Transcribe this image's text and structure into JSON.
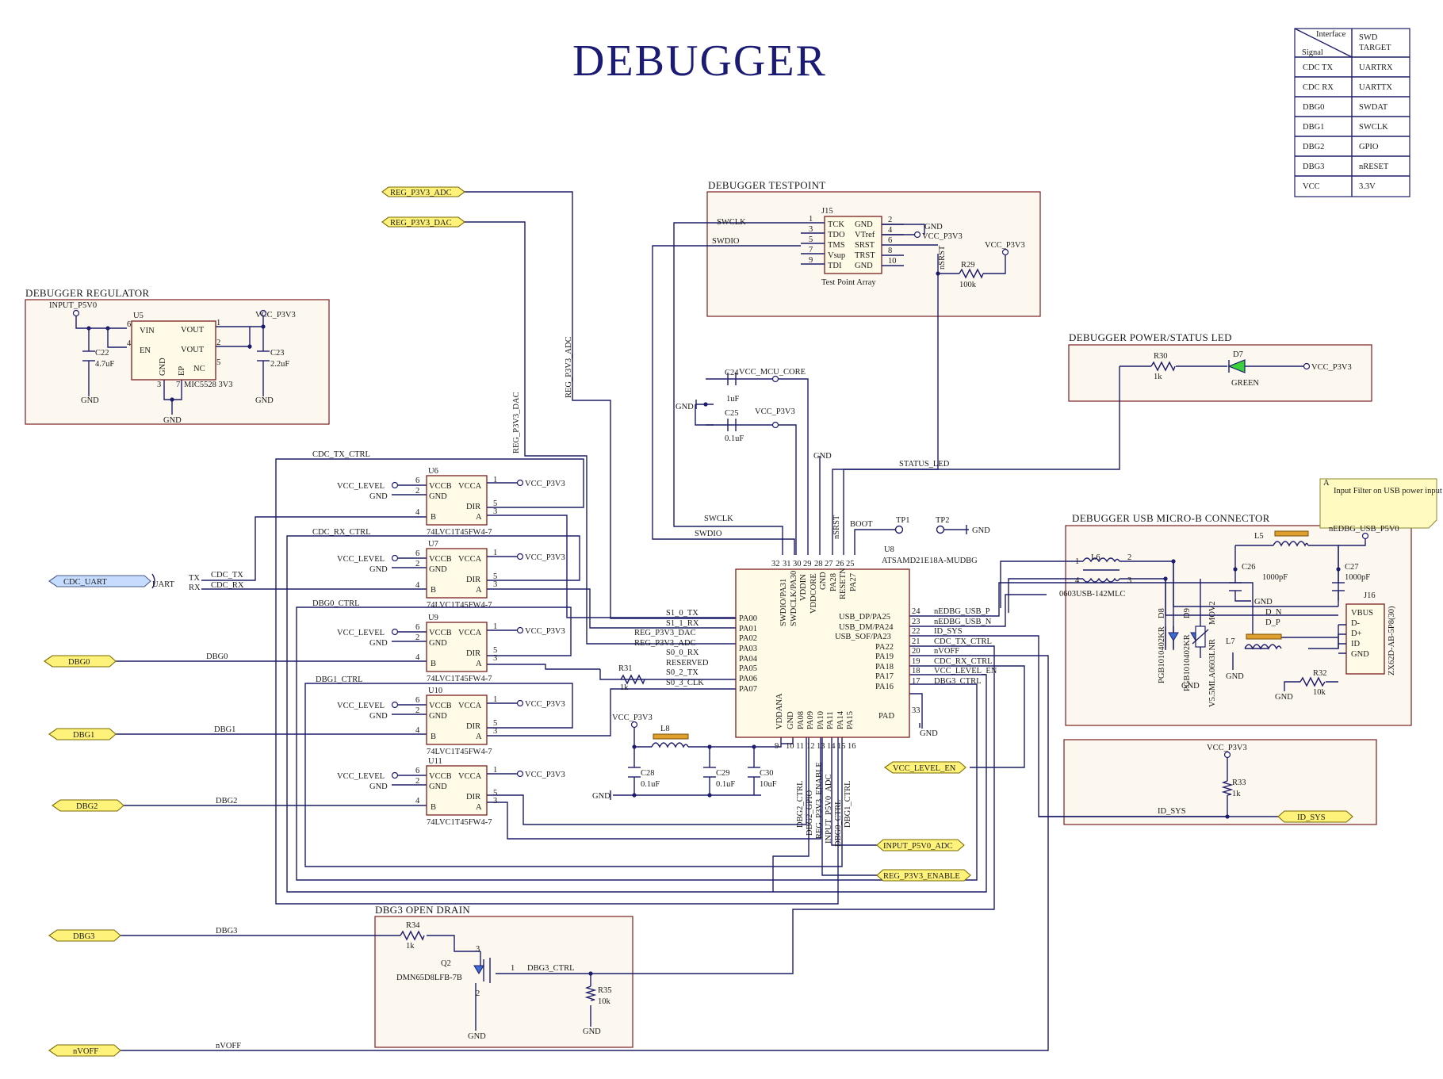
{
  "title": "DEBUGGER",
  "table": {
    "header_interface": "Interface",
    "header_signal": "Signal",
    "header_target": [
      "SWD",
      "TARGET"
    ],
    "rows": [
      [
        "CDC TX",
        "UARTRX"
      ],
      [
        "CDC RX",
        "UARTTX"
      ],
      [
        "DBG0",
        "SWDAT"
      ],
      [
        "DBG1",
        "SWCLK"
      ],
      [
        "DBG2",
        "GPIO"
      ],
      [
        "DBG3",
        "nRESET"
      ],
      [
        "VCC",
        "3.3V"
      ]
    ]
  },
  "sections": {
    "testpoint": "DEBUGGER TESTPOINT",
    "regulator": "DEBUGGER REGULATOR",
    "led": "DEBUGGER POWER/STATUS LED",
    "usb": "DEBUGGER USB MICRO-B CONNECTOR",
    "open_drain": "DBG3 OPEN DRAIN"
  },
  "ports": {
    "reg_adc": "REG_P3V3_ADC",
    "reg_dac": "REG_P3V3_DAC",
    "cdc_uart": "CDC_UART",
    "dbg0": "DBG0",
    "dbg1": "DBG1",
    "dbg2": "DBG2",
    "dbg3": "DBG3",
    "nvoff": "nVOFF",
    "vcc_level_en": "VCC_LEVEL_EN",
    "input_p5v0_adc": "INPUT_P5V0_ADC",
    "reg_p3v3_enable": "REG_P3V3_ENABLE",
    "id_sys": "ID_SYS"
  },
  "nets": {
    "gnd": "GND",
    "vcc_p3v3": "VCC_P3V3",
    "vcc_level": "VCC_LEVEL",
    "vcc_mcu_core": "VCC_MCU_CORE",
    "input_p5v0": "INPUT_P5V0",
    "swclk": "SWCLK",
    "swdio": "SWDIO",
    "nsrst": "nSRST",
    "status_led": "STATUS_LED",
    "boot": "BOOT",
    "cdc_tx_ctrl": "CDC_TX_CTRL",
    "cdc_rx_ctrl": "CDC_RX_CTRL",
    "dbg0_ctrl": "DBG0_CTRL",
    "dbg1_ctrl": "DBG1_CTRL",
    "dbg2_ctrl": "DBG2_CTRL",
    "dbg3_ctrl": "DBG3_CTRL",
    "cdc_tx": "CDC_TX",
    "cdc_rx": "CDC_RX",
    "tx": "TX",
    "rx": "RX",
    "uart": "UART",
    "nedbg_usb_p5v0": "nEDBG_USB_P5V0",
    "nedbg_usb_p": "nEDBG_USB_P",
    "nedbg_usb_n": "nEDBG_USB_N",
    "d_n": "D_N",
    "d_p": "D_P",
    "id_sys": "ID_SYS",
    "nvoff": "nVOFF",
    "vcc_level_en": "VCC_LEVEL_EN",
    "dbg0": "DBG0",
    "dbg1": "DBG1",
    "dbg2": "DBG2",
    "dbg3": "DBG3",
    "reg_p3v3_adc_v": "REG_P3V3_ADC",
    "reg_p3v3_dac_v": "REG_P3V3_DAC",
    "dbg2_gpio": "DBG2_GPIO",
    "reg_p3v3_enable_v": "REG_P3V3_ENABLE",
    "input_p5v0_adc_v": "INPUT_P5V0_ADC",
    "s1_0_tx": "S1_0_TX",
    "s1_1_rx": "S1_1_RX",
    "reg_p3v3_dac_s": "REG_P3V3_DAC",
    "reg_p3v3_adc_s": "REG_P3V3_ADC",
    "s0_0_rx": "S0_0_RX",
    "reserved": "RESERVED",
    "s0_2_tx": "S0_2_TX",
    "s0_3_clk": "S0_3_CLK",
    "cdc_tx_ctrl_r": "CDC_TX_CTRL",
    "cdc_rx_ctrl_r": "CDC_RX_CTRL",
    "dbg3_ctrl_r": "DBG3_CTRL",
    "id_sys_r": "ID_SYS"
  },
  "j15": {
    "ref": "J15",
    "part": "Test Point Array",
    "left_pins": [
      [
        "1",
        "TCK"
      ],
      [
        "3",
        "TDO"
      ],
      [
        "5",
        "TMS"
      ],
      [
        "7",
        "Vsup"
      ],
      [
        "9",
        "TDI"
      ]
    ],
    "right_pins": [
      [
        "GND",
        "2"
      ],
      [
        "VTref",
        "4"
      ],
      [
        "SRST",
        "6"
      ],
      [
        "TRST",
        "8"
      ],
      [
        "GND",
        "10"
      ]
    ]
  },
  "r29": {
    "ref": "R29",
    "value": "100k"
  },
  "u5": {
    "ref": "U5",
    "part": "MIC5528 3V3",
    "pins": [
      "VIN",
      "EN",
      "GND",
      "EP",
      "VOUT",
      "VOUT",
      "NC"
    ],
    "nums": [
      "6",
      "4",
      "3",
      "7",
      "1",
      "2",
      "5"
    ]
  },
  "c22": {
    "ref": "C22",
    "value": "4.7uF"
  },
  "c23": {
    "ref": "C23",
    "value": "2.2uF"
  },
  "c24": {
    "ref": "C24",
    "value": "1uF"
  },
  "c25": {
    "ref": "C25",
    "value": "0.1uF"
  },
  "r30": {
    "ref": "R30",
    "value": "1k"
  },
  "d7": {
    "ref": "D7",
    "value": "GREEN"
  },
  "buffers": [
    {
      "ref": "U6",
      "part": "74LVC1T45FW4-7"
    },
    {
      "ref": "U7",
      "part": "74LVC1T45FW4-7"
    },
    {
      "ref": "U9",
      "part": "74LVC1T45FW4-7"
    },
    {
      "ref": "U10",
      "part": "74LVC1T45FW4-7"
    },
    {
      "ref": "U11",
      "part": "74LVC1T45FW4-7"
    }
  ],
  "buf_pins": {
    "vccb": "VCCB",
    "vcca": "VCCA",
    "gnd": "GND",
    "dir": "DIR",
    "b": "B",
    "a": "A",
    "n1": "1",
    "n2": "2",
    "n3": "3",
    "n4": "4",
    "n5": "5",
    "n6": "6"
  },
  "u8": {
    "ref": "U8",
    "part": "ATSAMD21E18A-MUDBG",
    "left_pins": [
      "PA00",
      "PA01",
      "PA02",
      "PA03",
      "PA04",
      "PA05",
      "PA06",
      "PA07"
    ],
    "right_pins": [
      "USB_DP/PA25",
      "USB_DM/PA24",
      "USB_SOF/PA23",
      "PA22",
      "PA19",
      "PA18",
      "PA17",
      "PA16",
      "PAD"
    ],
    "right_nums": [
      "24",
      "23",
      "22",
      "21",
      "20",
      "19",
      "18",
      "17",
      "33"
    ],
    "top_pins": [
      "SWDIO/PA31",
      "SWDCLK/PA30",
      "VDDIN",
      "VDDCORE",
      "GND",
      "PA28",
      "RESETN",
      "PA27"
    ],
    "top_nums": [
      "32",
      "31",
      "30",
      "29",
      "28",
      "27",
      "26",
      "25"
    ],
    "bottom_pins": [
      "VDDANA",
      "GND",
      "PA08",
      "PA09",
      "PA10",
      "PA11",
      "PA14",
      "PA15"
    ],
    "bottom_nums": [
      "9",
      "10",
      "11",
      "12",
      "13",
      "14",
      "15",
      "16"
    ]
  },
  "r31": {
    "ref": "R31",
    "value": "1k"
  },
  "l8": {
    "ref": "L8"
  },
  "c28": {
    "ref": "C28",
    "value": "0.1uF"
  },
  "c29": {
    "ref": "C29",
    "value": "0.1uF"
  },
  "c30": {
    "ref": "C30",
    "value": "10uF"
  },
  "tp1": {
    "ref": "TP1"
  },
  "tp2": {
    "ref": "TP2"
  },
  "usb": {
    "l6": "L6",
    "l6_part": "0603USB-142MLC",
    "l5": "L5",
    "l7": "L7",
    "c26": "C26",
    "c26_v": "1000pF",
    "c27": "C27",
    "c27_v": "1000pF",
    "d8": "D8",
    "d8_part": "PGB1010402KR",
    "d9": "D9",
    "d9_part": "PGB1010402KR",
    "mov2": "MOV2",
    "mov2_part": "V5.5MLA0603LNR",
    "j16": "J16",
    "j16_part": "ZX62D-AB-5P8(30)",
    "j16_pins": [
      "VBUS",
      "D-",
      "D+",
      "ID",
      "GND"
    ],
    "r32": "R32",
    "r32_v": "10k"
  },
  "note": "Input Filter on USB power input",
  "note_tag": "A",
  "r33": {
    "ref": "R33",
    "value": "1k"
  },
  "r34": {
    "ref": "R34",
    "value": "1k"
  },
  "r35": {
    "ref": "R35",
    "value": "10k"
  },
  "q2": {
    "ref": "Q2",
    "part": "DMN65D8LFB-7B"
  }
}
